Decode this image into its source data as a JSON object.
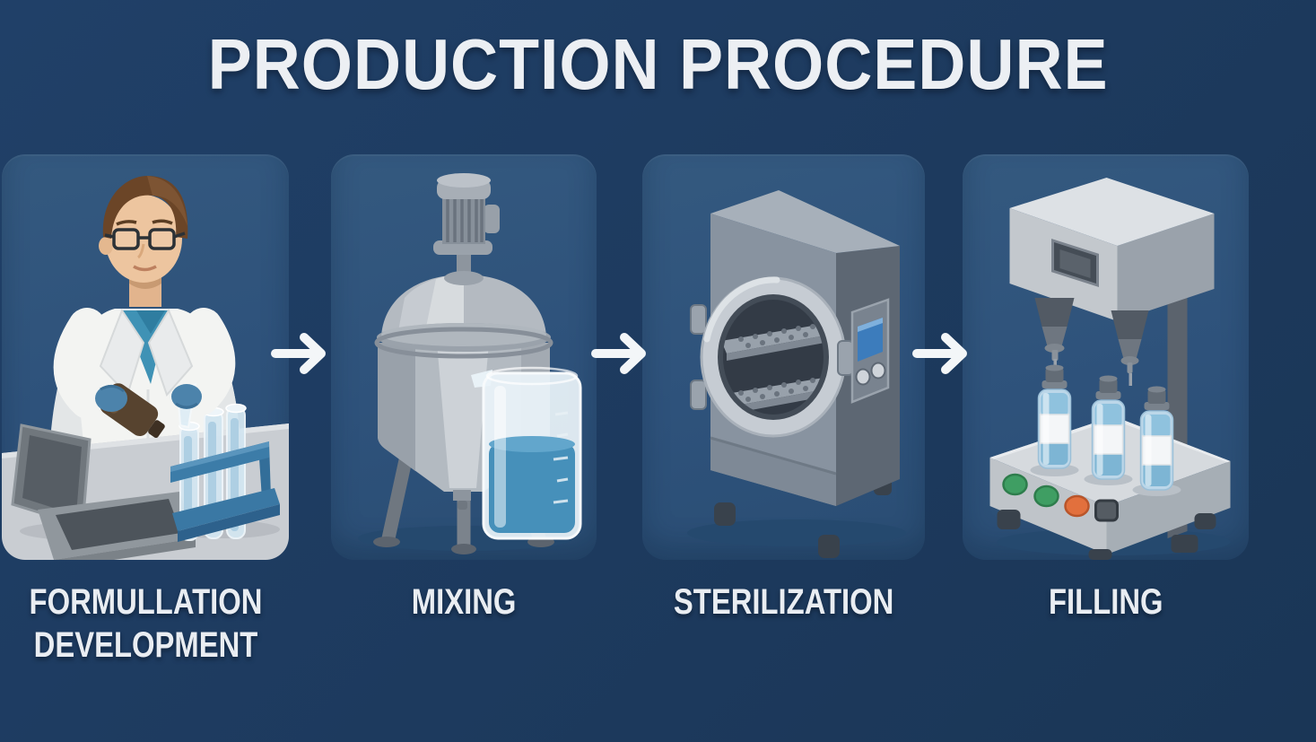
{
  "title": "PRODUCTION PROCEDURE",
  "steps": [
    {
      "label": "FORMULLATION\nDEVELOPMENT",
      "illustration": "scientist-formulating-samples"
    },
    {
      "label": "MIXING",
      "illustration": "mixing-tank-and-beaker"
    },
    {
      "label": "STERILIZATION",
      "illustration": "autoclave-sterilizer"
    },
    {
      "label": "FILLING",
      "illustration": "vial-filling-machine"
    }
  ],
  "flow": {
    "arrow_icon": "right-arrow",
    "arrow_count": 3
  },
  "colors": {
    "background": "#1d3a5e",
    "panel": "#2e527b",
    "text": "#e9edf2",
    "arrow": "#f3f6f8",
    "liquid_blue": "#4690ba",
    "machine_gray": "#aab3bd",
    "button_green": "#3f9e63",
    "button_orange": "#e2703d"
  }
}
